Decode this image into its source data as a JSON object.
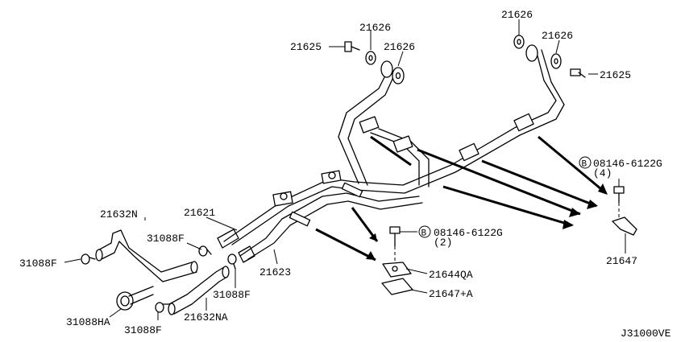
{
  "labels": {
    "p21626_a": "21626",
    "p21625_a": "21625",
    "p21626_b": "21626",
    "p21626_c": "21626",
    "p21626_d": "21626",
    "p21625_b": "21625",
    "bolt_right_code": "08146-6122G",
    "bolt_right_qty": "(4)",
    "bolt_right_symbol": "B",
    "p21647_right": "21647",
    "p21632N": "21632N",
    "p21621": "21621",
    "p31088F_a": "31088F",
    "p31088F_b": "31088F",
    "p21623": "21623",
    "bolt_center_symbol": "B",
    "bolt_center_code": "08146-6122G",
    "bolt_center_qty": "(2)",
    "p21644QA": "21644QA",
    "p21647A": "21647+A",
    "p31088F_c": "31088F",
    "p31088HA": "31088HA",
    "p31088F_d": "31088F",
    "p21632NA": "21632NA",
    "diagram_code": "J31000VE"
  }
}
